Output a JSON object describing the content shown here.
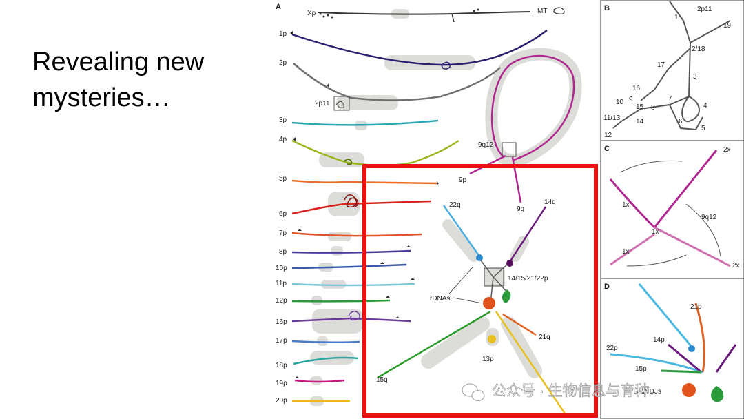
{
  "slide": {
    "title_line1": "Revealing new",
    "title_line2": "mysteries…"
  },
  "figure": {
    "panel_a": {
      "letter": "A",
      "labels": {
        "xp": "Xp",
        "mt": "MT",
        "p1": "1p",
        "p2": "2p",
        "p2p11": "2p11",
        "p3": "3p",
        "p4": "4p",
        "p5": "5p",
        "p6": "6p",
        "p7": "7p",
        "p8": "8p",
        "p10": "10p",
        "p11": "11p",
        "p12": "12p",
        "p16": "16p",
        "p17": "17p",
        "p18": "18p",
        "p19": "19p",
        "p20": "20p",
        "q9q12": "9q12",
        "p9": "9p",
        "q9": "9q",
        "q22": "22q",
        "q14": "14q",
        "combined": "14/15/21/22p",
        "rdnas": "rDNAs",
        "q21": "21q",
        "p13": "13p",
        "q15": "15q"
      }
    },
    "panel_b": {
      "letter": "B",
      "labels": [
        "2p11",
        "1",
        "19",
        "2/18",
        "17",
        "3",
        "16",
        "10",
        "15",
        "8",
        "7",
        "4",
        "9",
        "11/13",
        "14",
        "6",
        "5",
        "12"
      ]
    },
    "panel_c": {
      "letter": "C",
      "labels": [
        "2x",
        "1x",
        "9q12",
        "1x",
        "1x",
        "2x"
      ]
    },
    "panel_d": {
      "letter": "D",
      "labels": [
        "21p",
        "22p",
        "14p",
        "15p",
        "rDNA DJs"
      ]
    },
    "watermark": "公众号 · 生物信息与育种"
  },
  "colors": {
    "highlight_box": "#e8130f",
    "chr1": "#2b2070",
    "chr3": "#2aa6b4",
    "chr4": "#9bb51f",
    "chr5": "#e8702a",
    "chr6": "#d9221c",
    "chr9": "#b0288f",
    "chr16": "#6a3a9a",
    "chr12": "#2a9a3a",
    "chr20": "#f0b51a"
  }
}
